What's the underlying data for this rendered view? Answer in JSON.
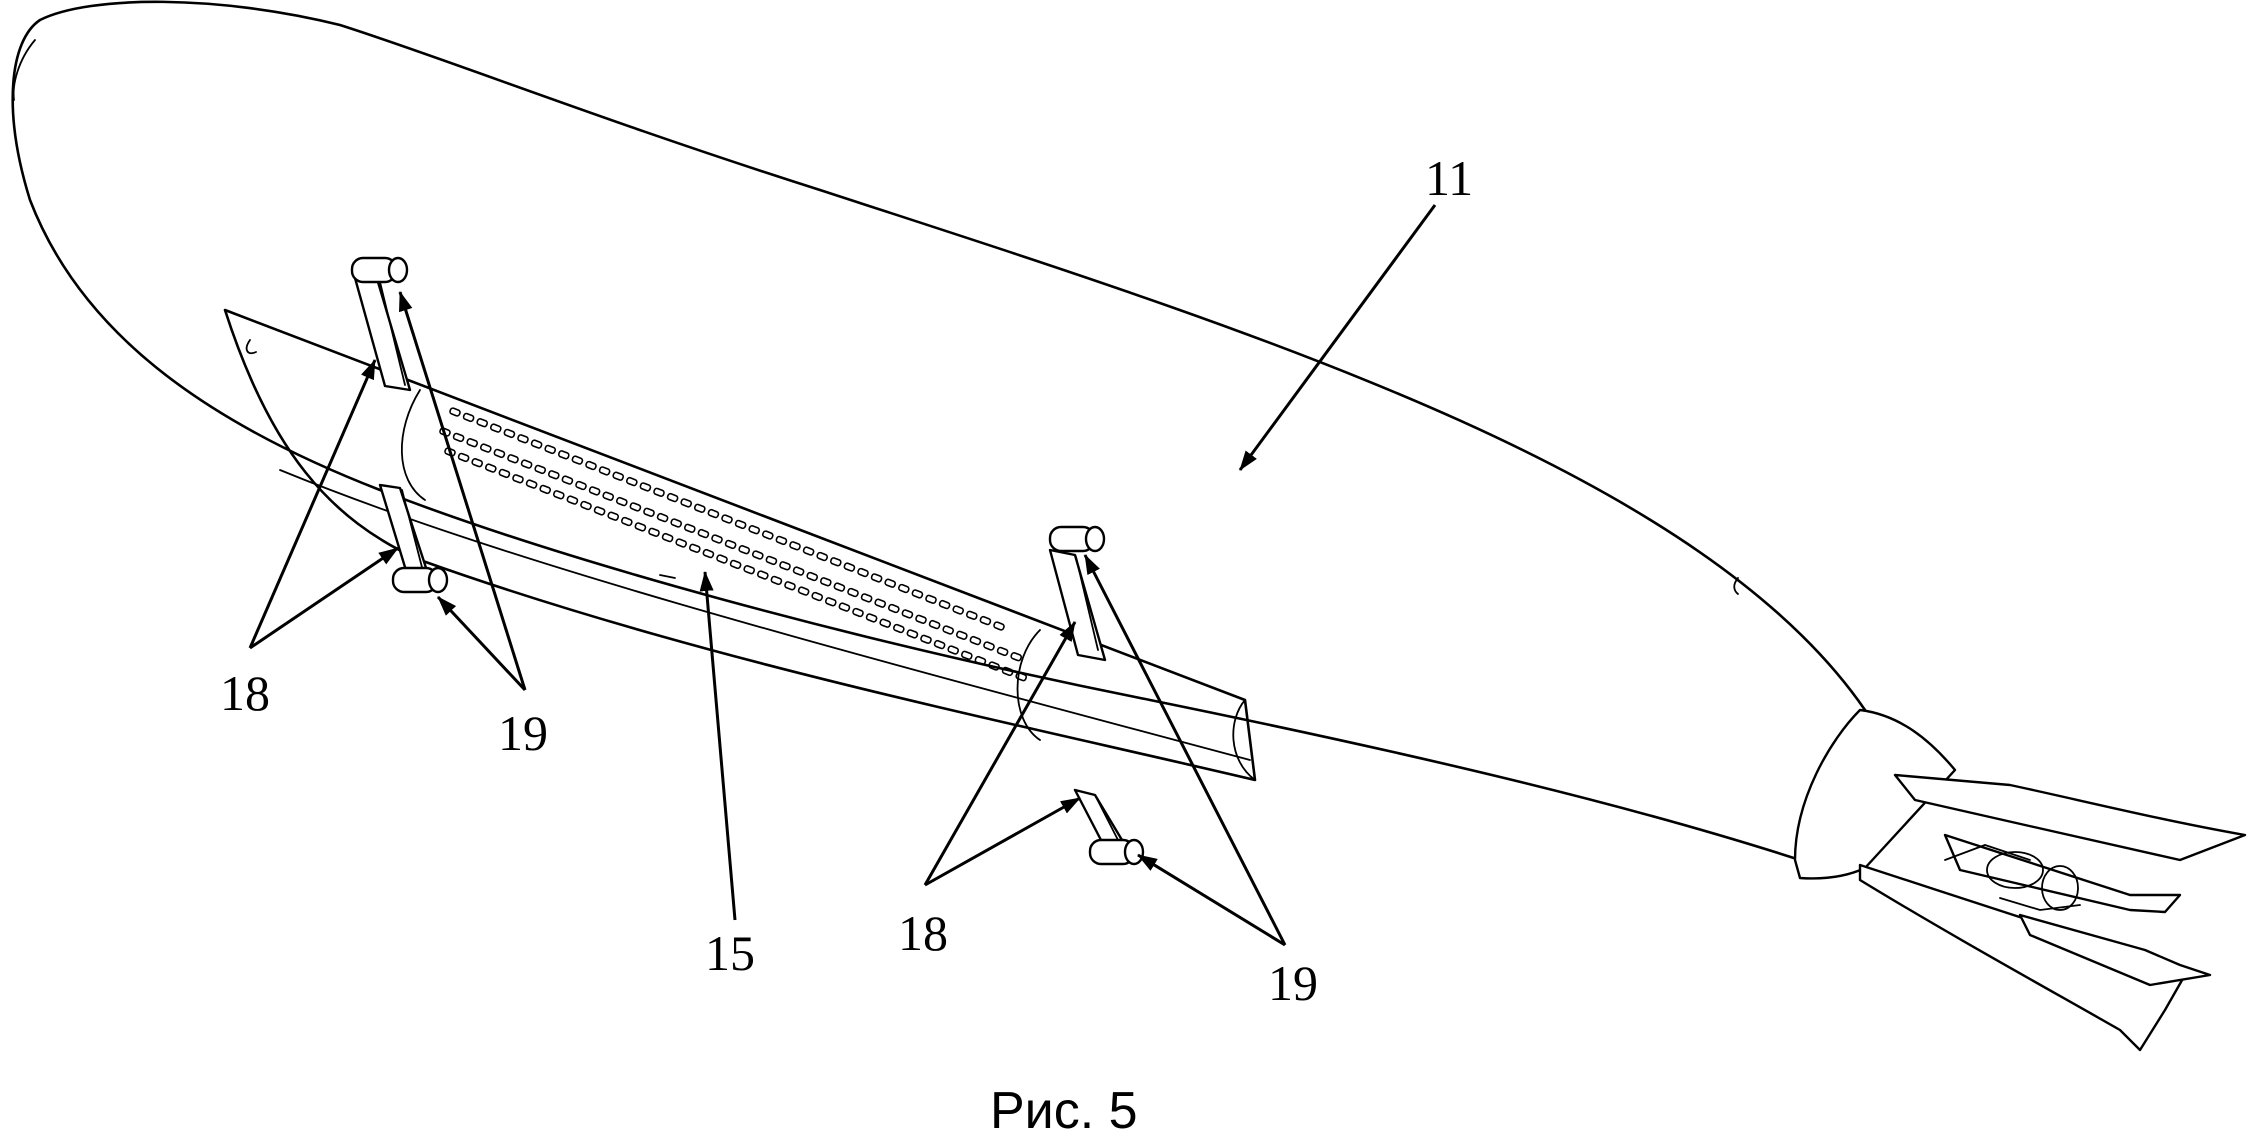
{
  "figure": {
    "caption": "Рис. 5",
    "reference_labels": {
      "hull": "11",
      "gondola": "15",
      "pylon_left": "18",
      "pylon_right": "18",
      "engine_left": "19",
      "engine_right": "19"
    }
  },
  "colors": {
    "line": "#000000",
    "background": "#ffffff"
  }
}
